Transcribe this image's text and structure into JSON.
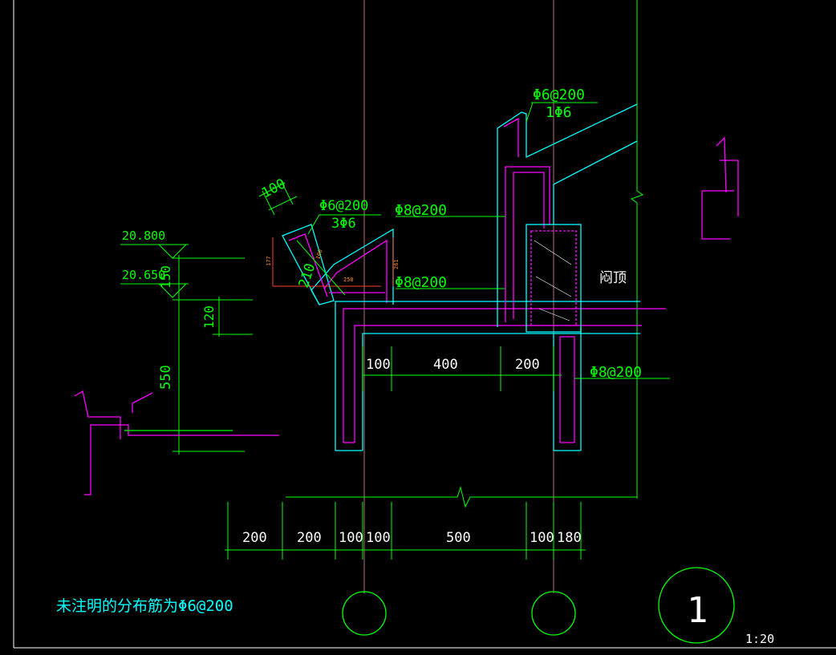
{
  "colors": {
    "background": "#000000",
    "frame": "#ffffff",
    "green": "#00ff00",
    "cyan": "#00ffff",
    "magenta": "#ff00ff",
    "white": "#ffffff",
    "red": "#ff3b30",
    "orange": "#ff8c00",
    "axis": "#b07070"
  },
  "elevations": {
    "top": "20.800",
    "mid": "20.650"
  },
  "left_dims": {
    "d150": "150",
    "d120": "120",
    "d550": "550"
  },
  "parapet": {
    "dim_100": "100",
    "rebar_top": "Φ6@200",
    "rebar_bottom": "3Φ6",
    "dim_210": "210",
    "small_250": "250",
    "small_177": "177",
    "small_261": "261",
    "small_100": "100"
  },
  "wall_rebar": {
    "top_line1": "Φ6@200",
    "top_line2": "1Φ6",
    "mid_upper": "Φ8@200",
    "mid_lower": "Φ8@200",
    "right": "Φ8@200"
  },
  "gutter_dims": {
    "d100": "100",
    "d400": "400",
    "d200": "200"
  },
  "room_label": "闷顶",
  "bottom_dims": [
    "200",
    "200",
    "100",
    "100",
    "500",
    "100",
    "180"
  ],
  "note": "未注明的分布筋为Φ6@200",
  "detail": {
    "number": "1",
    "scale": "1:20"
  }
}
